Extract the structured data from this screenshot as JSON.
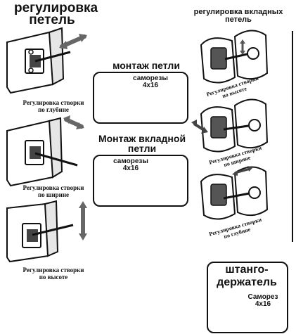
{
  "left": {
    "title_line1": "регулировка",
    "title_line2": "петель",
    "captions": [
      {
        "line1": "Регулировка створки",
        "line2": "по глубине"
      },
      {
        "line1": "Регулировка створки",
        "line2": "по ширине"
      },
      {
        "line1": "Регулировка створки",
        "line2": "по высоте"
      }
    ]
  },
  "middle": {
    "mount_title": "монтаж петли",
    "mount_screws": "саморезы",
    "mount_screws_size": "4x16",
    "inset_title_line1": "Монтаж вкладной",
    "inset_title_line2": "петли",
    "inset_screws": "саморезы",
    "inset_screws_size": "4x16"
  },
  "right": {
    "title_line1": "регулировка вкладных",
    "title_line2": "петель",
    "captions": [
      {
        "line1": "Регулировка створки",
        "line2": "по высоте"
      },
      {
        "line1": "Регулировка створки",
        "line2": "по ширине"
      },
      {
        "line1": "Регулировка створки",
        "line2": "по глубине"
      }
    ]
  },
  "holder": {
    "title_line1": "штанго-",
    "title_line2": "держатель",
    "screw_label": "Саморез",
    "screw_size": "4x16"
  }
}
